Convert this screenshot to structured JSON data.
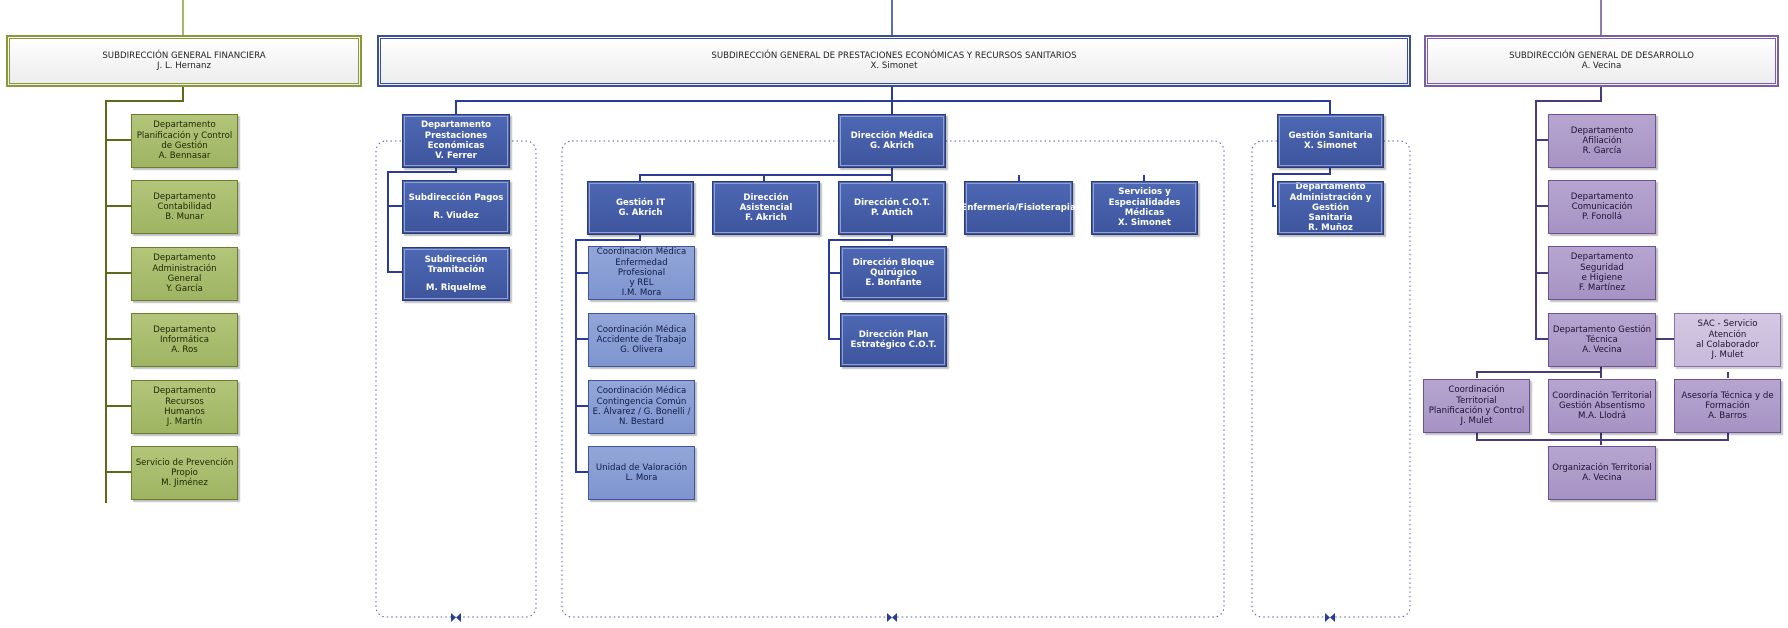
{
  "colors": {
    "finance_line": "#8a9a3a",
    "benefits_line": "#2a3b98",
    "development_line": "#6a5294",
    "green_box": "#a9bd6e",
    "dark_blue_box": "#4660a8",
    "light_blue_box": "#8a9ed4",
    "purple_box": "#ae9cca",
    "light_purple_box": "#cec1df"
  },
  "headers": {
    "finance": {
      "title": "SUBDIRECCIÓN GENERAL FINANCIERA",
      "person": "J. L. Hernanz"
    },
    "benefits": {
      "title": "SUBDIRECCIÓN GENERAL DE PRESTACIONES ECONÓMICAS Y RECURSOS SANITARIOS",
      "person": "X. Simonet"
    },
    "development": {
      "title": "SUBDIRECCIÓN GENERAL DE DESARROLLO",
      "person": "A. Vecina"
    }
  },
  "finance": {
    "planificacion": {
      "lines": [
        "Departamento",
        "Planificación y Control",
        "de Gestión",
        "A. Bennasar"
      ]
    },
    "contabilidad": {
      "lines": [
        "Departamento",
        "Contabilidad",
        "B. Munar"
      ]
    },
    "administracion": {
      "lines": [
        "Departamento",
        "Administración General",
        "Y. García"
      ]
    },
    "informatica": {
      "lines": [
        "Departamento",
        "Informática",
        "A. Ros"
      ]
    },
    "rrhh": {
      "lines": [
        "Departamento Recursos",
        "Humanos",
        "J. Martín"
      ]
    },
    "prevencion": {
      "lines": [
        "Servicio de Prevención",
        "Propio",
        "M. Jiménez"
      ]
    }
  },
  "benefits": {
    "prestaciones": {
      "lines": [
        "Departamento",
        "Prestaciones Económicas",
        "V. Ferrer"
      ]
    },
    "pagos": {
      "lines": [
        "Subdirección Pagos",
        "",
        "R. Viudez"
      ]
    },
    "tramitacion": {
      "lines": [
        "Subdirección",
        "Tramitación",
        "",
        "M. Riquelme"
      ]
    },
    "medica": {
      "lines": [
        "Dirección Médica",
        "G. Akrich"
      ]
    },
    "gestion_it": {
      "lines": [
        "Gestión IT",
        "G. Akrich"
      ]
    },
    "asistencial": {
      "lines": [
        "Dirección Asistencial",
        "F. Akrich"
      ]
    },
    "cot": {
      "lines": [
        "Dirección C.O.T.",
        "P. Antich"
      ]
    },
    "enfermeria": {
      "lines": [
        "Enfermería/Fisioterapia"
      ]
    },
    "servicios": {
      "lines": [
        "Servicios y",
        "Especialidades Médicas",
        "X. Simonet"
      ]
    },
    "coord_rel": {
      "lines": [
        "Coordinación Médica",
        "Enfermedad Profesional",
        "y REL",
        "I.M. Mora"
      ]
    },
    "coord_accidente": {
      "lines": [
        "Coordinación Médica",
        "Accidente de Trabajo",
        "G. Olivera"
      ]
    },
    "coord_contingencia": {
      "lines": [
        "Coordinación Médica",
        "Contingencia Común",
        "E. Álvarez / G. Bonelli /",
        "N. Bestard"
      ]
    },
    "valoracion": {
      "lines": [
        "Unidad de Valoración",
        "L. Mora"
      ]
    },
    "bloque": {
      "lines": [
        "Dirección Bloque",
        "Quirúgico",
        "E. Bonfante"
      ]
    },
    "plan": {
      "lines": [
        "Dirección Plan",
        "Estratégico C.O.T."
      ]
    },
    "gestion_sanitaria": {
      "lines": [
        "Gestión Sanitaria",
        "X. Simonet"
      ]
    },
    "admin_sanitaria": {
      "lines": [
        "Departamento",
        "Administración y Gestión",
        "Sanitaria",
        "R. Muñoz"
      ]
    }
  },
  "development": {
    "afiliacion": {
      "lines": [
        "Departamento Afiliación",
        "R. García"
      ]
    },
    "comunicacion": {
      "lines": [
        "Departamento",
        "Comunicación",
        "P. Fonollá"
      ]
    },
    "seguridad": {
      "lines": [
        "Departamento Seguridad",
        "e Higiene",
        "F. Martínez"
      ]
    },
    "gestion_tecnica": {
      "lines": [
        "Departamento Gestión",
        "Técnica",
        "A. Vecina"
      ]
    },
    "sac": {
      "lines": [
        "SAC - Servicio Atención",
        "al Colaborador",
        "J. Mulet"
      ]
    },
    "coord_planif": {
      "lines": [
        "Coordinación Territorial",
        "Planificación y Control",
        "J. Mulet"
      ]
    },
    "coord_absentismo": {
      "lines": [
        "Coordinación Territorial",
        "Gestión Absentismo",
        "M.A. Llodrá"
      ]
    },
    "asesoria": {
      "lines": [
        "Asesoría Técnica y de",
        "Formación",
        "A. Barros"
      ]
    },
    "organizacion": {
      "lines": [
        "Organización Territorial",
        "A. Vecina"
      ]
    }
  }
}
